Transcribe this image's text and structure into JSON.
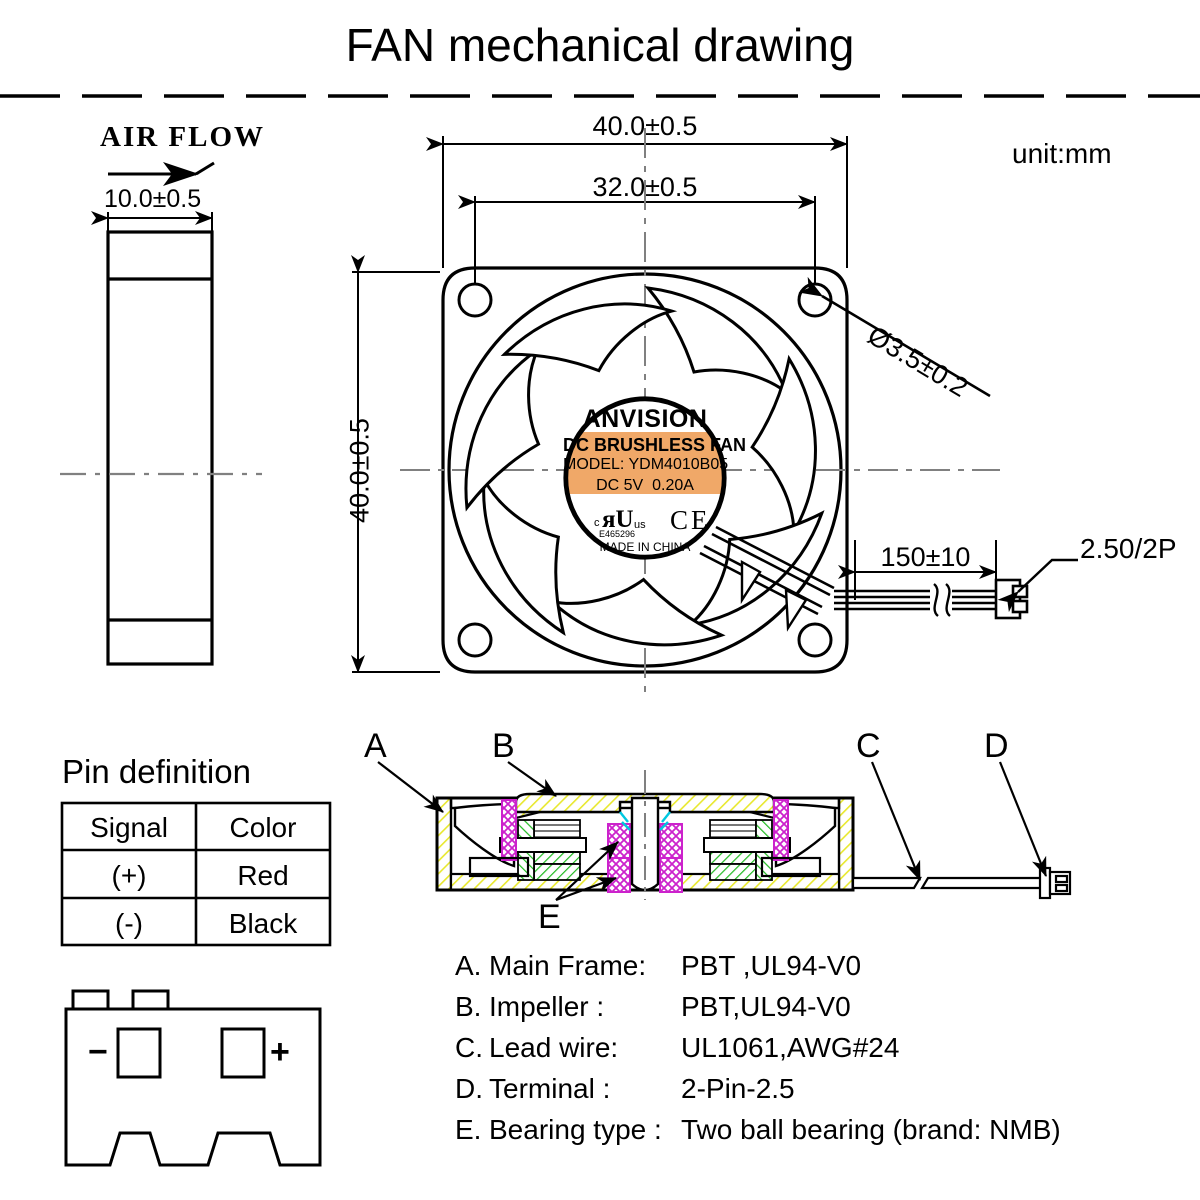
{
  "title": "FAN mechanical drawing",
  "unit_note": "unit:mm",
  "airflow": {
    "heading": "AIR FLOW",
    "thickness_dim": "10.0±0.5"
  },
  "front_view": {
    "width_dim": "40.0±0.5",
    "hole_pitch_dim": "32.0±0.5",
    "height_dim": "40.0±0.5",
    "hole_dia_dim": "Ø3.5±0.2",
    "lead_length_dim": "150±10",
    "connector_callout": "2.50/2P"
  },
  "fan_label": {
    "brand": "ANVISION",
    "line1": "DC BRUSHLESS FAN",
    "line2": "MODEL: YDM4010B05",
    "line3": "DC 5V  0.20A",
    "ul_left": "c",
    "ul_right": "us",
    "ul_file": "E465296",
    "ce_mark": "CE",
    "origin": "MADE IN CHINA",
    "band_color": "#F0A868"
  },
  "section_labels": [
    "A",
    "B",
    "C",
    "D",
    "E"
  ],
  "pin_definition": {
    "heading": "Pin definition",
    "headers": [
      "Signal",
      "Color"
    ],
    "rows": [
      [
        "(+)",
        "Red"
      ],
      [
        "(-)",
        "Black"
      ]
    ]
  },
  "connector_diagram": {
    "minus": "−",
    "plus": "+"
  },
  "legend": [
    {
      "key": "A.",
      "name": "Main Frame:",
      "value": "PBT ,UL94-V0"
    },
    {
      "key": "B.",
      "name": "Impeller :",
      "value": "PBT,UL94-V0"
    },
    {
      "key": "C.",
      "name": "Lead wire:",
      "value": "UL1061,AWG#24"
    },
    {
      "key": "D.",
      "name": "Terminal :",
      "value": "2-Pin-2.5"
    },
    {
      "key": "E.",
      "name": "Bearing type :",
      "value": "Two ball bearing (brand: NMB)"
    }
  ],
  "colors": {
    "line": "#000000",
    "center": "#808080",
    "frame_hatch": "#E8E82E",
    "stator_hatch": "#22BB22",
    "bearing_hatch": "#CC22CC",
    "accent": "#00C8E0"
  }
}
